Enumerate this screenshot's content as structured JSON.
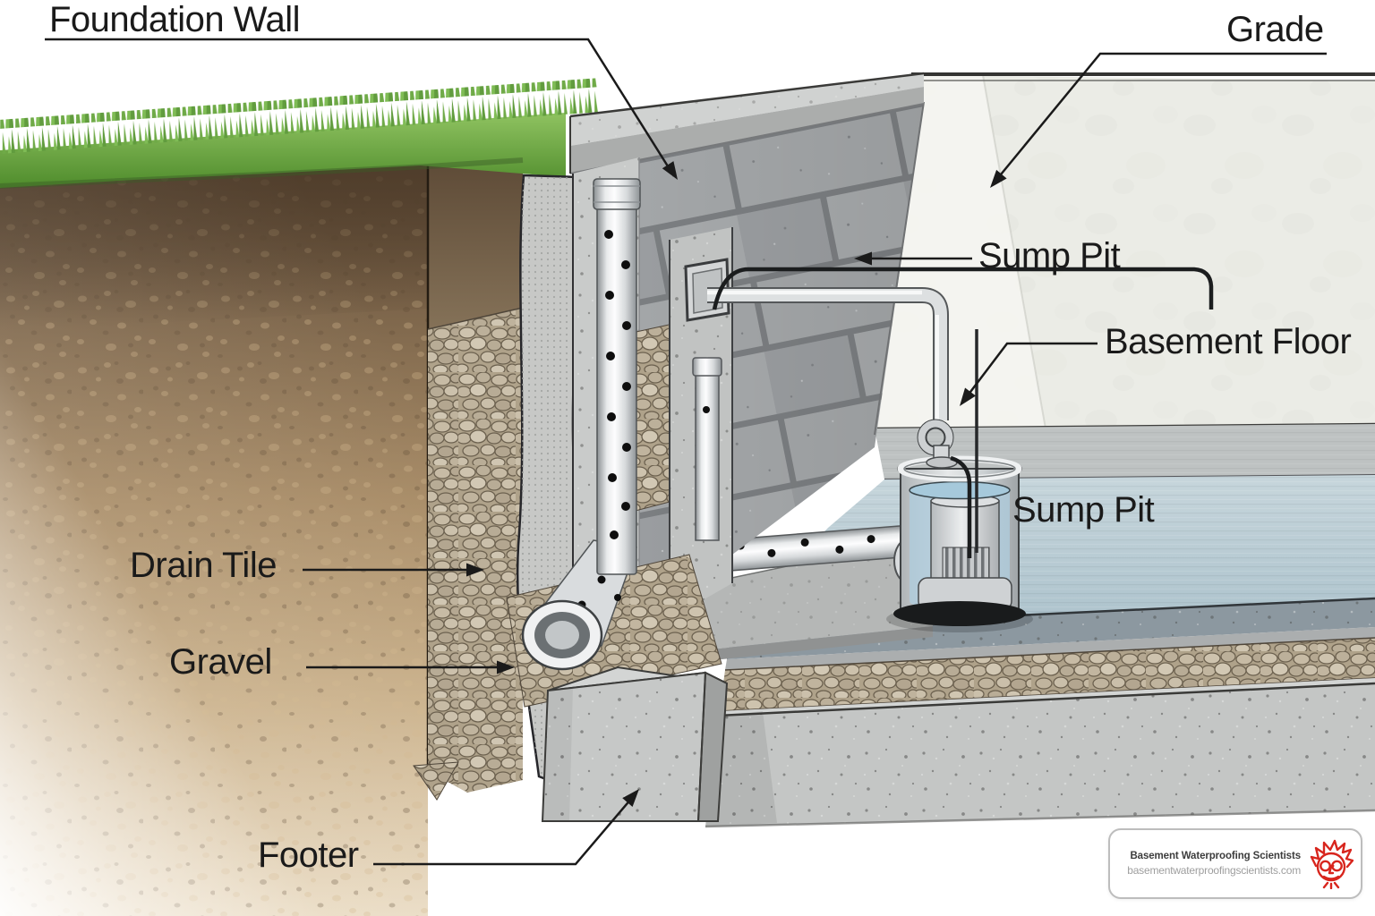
{
  "diagram": {
    "labels": {
      "foundation_wall": "Foundation Wall",
      "grade": "Grade",
      "sump_pit_upper": "Sump Pit",
      "basement_floor": "Basement Floor",
      "sump_pit_inner": "Sump Pit",
      "drain_tile": "Drain Tile",
      "gravel": "Gravel",
      "footer": "Footer"
    },
    "colors": {
      "label_text": "#1a1a1a",
      "grass": "#6FA84C",
      "soil": "#9A7C58",
      "gravel": "#BFB29A",
      "concrete_block": "#9EA1A3",
      "interior_wall": "#EBECE6",
      "basement_floor_blue": "#B7C9D2",
      "pit_water": "#A6C9DB",
      "pipe_white": "#F2F3F4",
      "badge_border": "#BDBDBD",
      "badge_red": "#D8251D"
    }
  },
  "badge": {
    "title": "Basement Waterproofing Scientists",
    "url": "basementwaterproofingscientists.com",
    "icon": "scientist-face-icon"
  }
}
